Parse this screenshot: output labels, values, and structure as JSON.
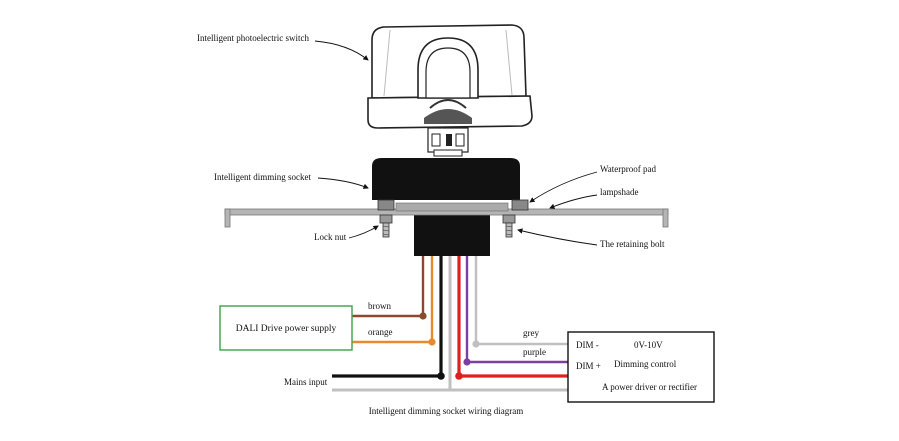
{
  "labels": {
    "photoelectric_switch": "Intelligent photoelectric switch",
    "dimming_socket": "Intelligent dimming socket",
    "waterproof_pad": "Waterproof pad",
    "lampshade": "lampshade",
    "lock_nut": "Lock nut",
    "retaining_bolt": "The retaining bolt",
    "mains_input": "Mains input",
    "caption": "Intelligent dimming socket wiring diagram"
  },
  "dali_box": {
    "title": "DALI Drive power supply"
  },
  "wires": {
    "brown": "brown",
    "orange": "orange",
    "grey": "grey",
    "purple": "purple"
  },
  "driver_box": {
    "dim_minus": "DIM -",
    "dim_plus": "DIM +",
    "voltage": "0V-10V",
    "control": "Dimming control",
    "description": "A power driver or rectifier"
  },
  "colors": {
    "brown": "#8b4a2b",
    "orange": "#e8892e",
    "grey": "#c0c0c0",
    "purple": "#7a3fa0",
    "red": "#e02020",
    "black": "#111111",
    "dali_border": "#3aa34a"
  }
}
